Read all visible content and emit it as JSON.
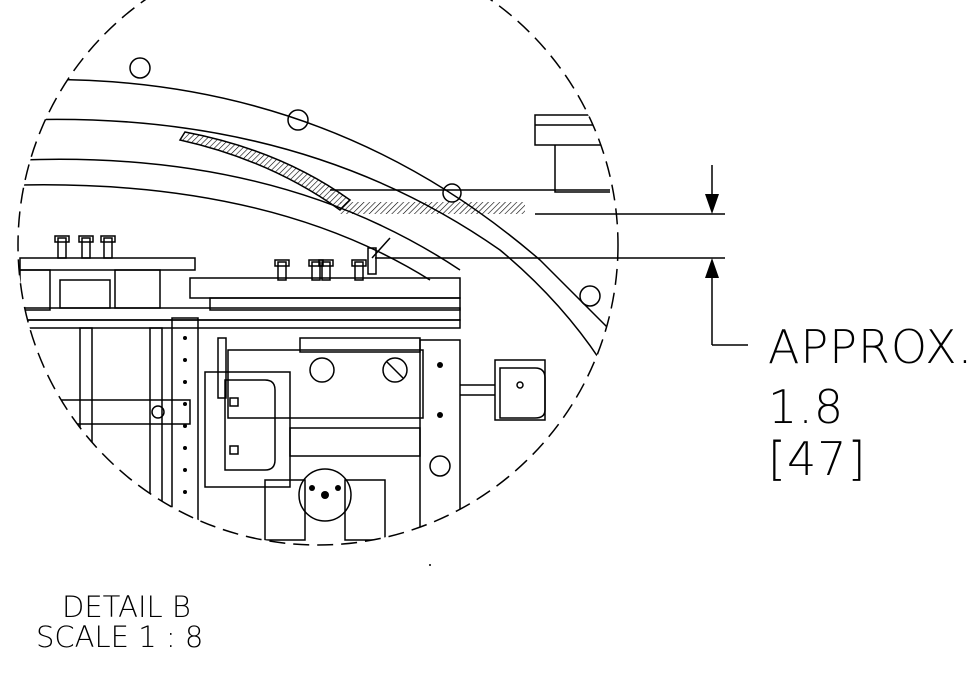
{
  "dimension": {
    "approx_label": "APPROX.",
    "value_inch": "1.8",
    "value_mm": "47",
    "bracket_open": "[",
    "bracket_close": "]"
  },
  "detail": {
    "title": "DETAIL B",
    "scale": "SCALE 1 : 8"
  }
}
